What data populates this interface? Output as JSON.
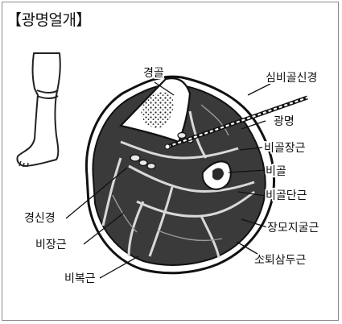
{
  "title": "【광명얼개】",
  "labels": {
    "bone_tibia": "경골",
    "deep_peroneal_nerve": "심비골신경",
    "light": "광명",
    "peroneus_longus": "비골장근",
    "fibula": "비골",
    "peroneus_brevis": "비골단근",
    "tibial_nerve": "경신경",
    "gastrocnemius": "비장근",
    "soleus": "비복근",
    "flexor_digitorum_longus": "장모지굴근",
    "triceps_surae": "소퇴삼두근"
  }
}
